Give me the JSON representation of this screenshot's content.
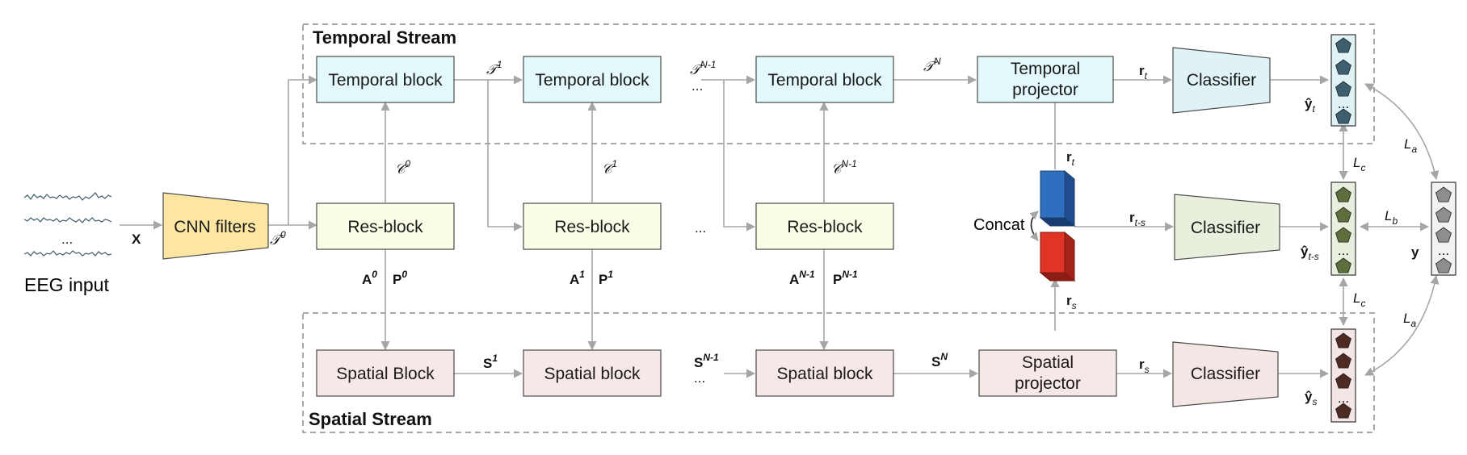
{
  "streams": {
    "temporal_title": "Temporal Stream",
    "spatial_title": "Spatial Stream"
  },
  "input": {
    "label": "EEG input",
    "dots": "...",
    "x_label": "X"
  },
  "cnn": {
    "label": "CNN filters",
    "out_label": "𝒯",
    "out_sup": "0"
  },
  "temporal_blocks": [
    {
      "label": "Temporal block"
    },
    {
      "label": "Temporal block"
    },
    {
      "label": "Temporal block"
    }
  ],
  "temporal_links": [
    {
      "base": "𝒯",
      "sup": "1"
    },
    {
      "base": "𝒯",
      "sup": "N-1"
    },
    {
      "base": "𝒯",
      "sup": "N"
    }
  ],
  "temporal_projector": {
    "line1": "Temporal",
    "line2": "projector"
  },
  "res_blocks": [
    {
      "label": "Res-block",
      "c_base": "𝒞",
      "c_sup": "0",
      "a_base": "A",
      "a_sup": "0",
      "p_base": "P",
      "p_sup": "0"
    },
    {
      "label": "Res-block",
      "c_base": "𝒞",
      "c_sup": "1",
      "a_base": "A",
      "a_sup": "1",
      "p_base": "P",
      "p_sup": "1"
    },
    {
      "label": "Res-block",
      "c_base": "𝒞",
      "c_sup": "N-1",
      "a_base": "A",
      "a_sup": "N-1",
      "p_base": "P",
      "p_sup": "N-1"
    }
  ],
  "spatial_blocks": [
    {
      "label": "Spatial Block"
    },
    {
      "label": "Spatial block"
    },
    {
      "label": "Spatial block"
    }
  ],
  "spatial_links": [
    {
      "base": "S",
      "sup": "1"
    },
    {
      "base": "S",
      "sup": "N-1"
    },
    {
      "base": "S",
      "sup": "N"
    }
  ],
  "spatial_projector": {
    "line1": "Spatial",
    "line2": "projector"
  },
  "ellipsis": "...",
  "reps": {
    "rt": {
      "base": "r",
      "sub": "t"
    },
    "rs": {
      "base": "r",
      "sub": "s"
    },
    "rts": {
      "base": "r",
      "sub": "t-s"
    }
  },
  "concat": {
    "label": "Concat"
  },
  "classifiers": [
    {
      "label": "Classifier"
    },
    {
      "label": "Classifier"
    },
    {
      "label": "Classifier"
    }
  ],
  "outputs": {
    "yt": {
      "base": "ŷ",
      "sub": "t"
    },
    "yts": {
      "base": "ŷ",
      "sub": "t-s"
    },
    "ys": {
      "base": "ŷ",
      "sub": "s"
    },
    "y": {
      "base": "y"
    },
    "dots": "..."
  },
  "losses": {
    "la": {
      "base": "L",
      "sub": "a"
    },
    "lb": {
      "base": "L",
      "sub": "b"
    },
    "lc": {
      "base": "L",
      "sub": "c"
    }
  },
  "colors": {
    "temporal_fill": "#e3f9fb",
    "res_fill": "#fbfde6",
    "spatial_fill": "#f6e8e6",
    "cnn_fill": "#fce6a2",
    "cls_temporal_fill": "#dff3f6",
    "cls_fused_fill": "#e8f0dd",
    "cls_spatial_fill": "#f3e6e4",
    "pent_temporal": "#3d5f6f",
    "pent_fused": "#5d6f3b",
    "pent_spatial": "#4f2a22",
    "pent_gt": "#8e8e8e",
    "cube_blue": "#2f6fbf",
    "cube_red": "#e23426",
    "arrow": "#a6a6a6",
    "stream_border": "#8c8c8c"
  }
}
